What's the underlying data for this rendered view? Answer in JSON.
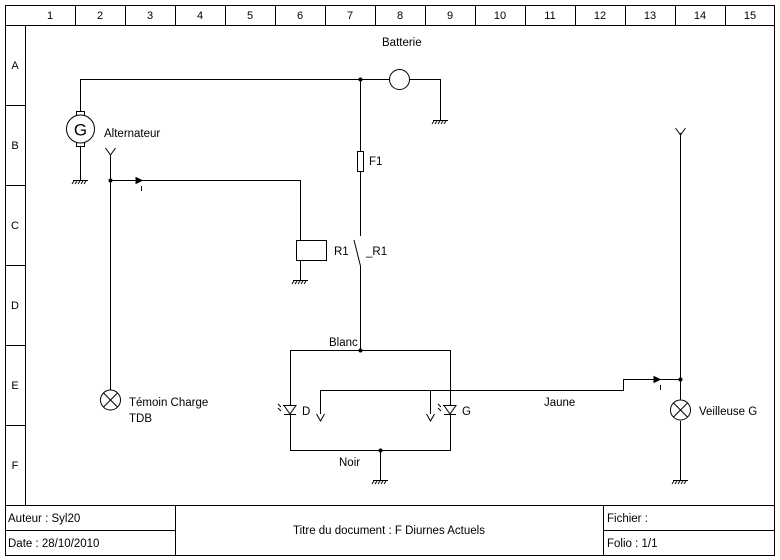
{
  "grid": {
    "columns": [
      "1",
      "2",
      "3",
      "4",
      "5",
      "6",
      "7",
      "8",
      "9",
      "10",
      "11",
      "12",
      "13",
      "14",
      "15"
    ],
    "rows": [
      "A",
      "B",
      "C",
      "D",
      "E",
      "F"
    ]
  },
  "components": {
    "battery": "Batterie",
    "alternator": "Alternateur",
    "alternator_symbol": "G",
    "fuse": "F1",
    "relay_coil": "R1",
    "relay_contact": "_R1",
    "charge_lamp_line1": "Témoin Charge",
    "charge_lamp_line2": "TDB",
    "led_left": "D",
    "led_right": "G",
    "side_lamp": "Veilleuse G"
  },
  "wires": {
    "white": "Blanc",
    "yellow": "Jaune",
    "black": "Noir"
  },
  "titleblock": {
    "author": "Auteur : Syl20",
    "date": "Date : 28/10/2010",
    "title": "Titre du document : F Diurnes Actuels",
    "file": "Fichier :",
    "folio": "Folio : 1/1"
  }
}
